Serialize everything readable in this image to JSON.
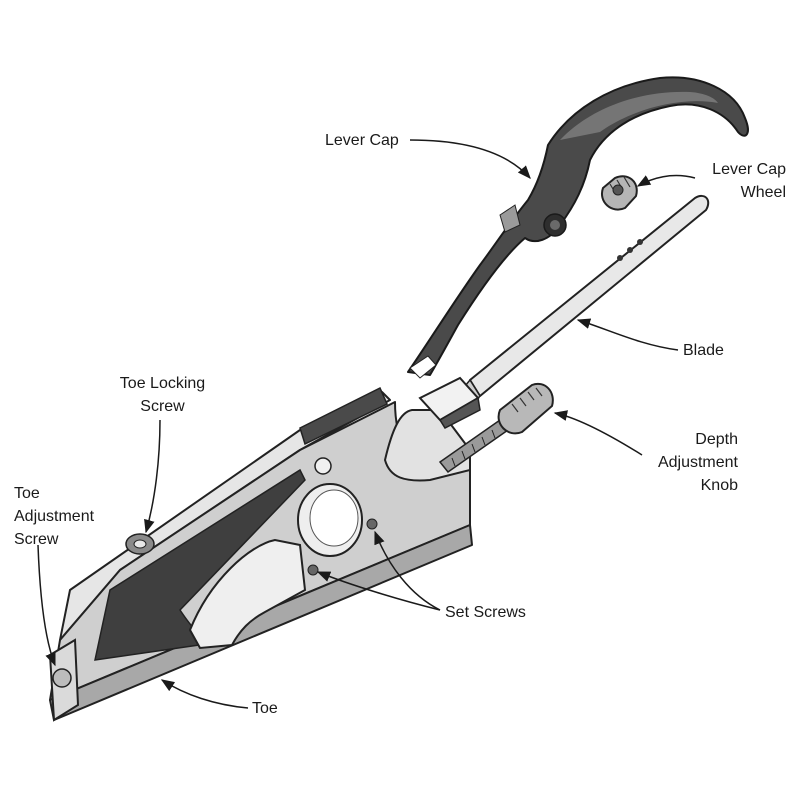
{
  "labels": {
    "lever_cap": "Lever Cap",
    "lever_cap_wheel": "Lever Cap\nWheel",
    "blade": "Blade",
    "depth_adjustment_knob": "Depth\nAdjustment\nKnob",
    "toe_locking_screw": "Toe Locking\nScrew",
    "toe_adjustment_screw": "Toe\nAdjustment\nScrew",
    "set_screws": "Set Screws",
    "toe": "Toe"
  }
}
